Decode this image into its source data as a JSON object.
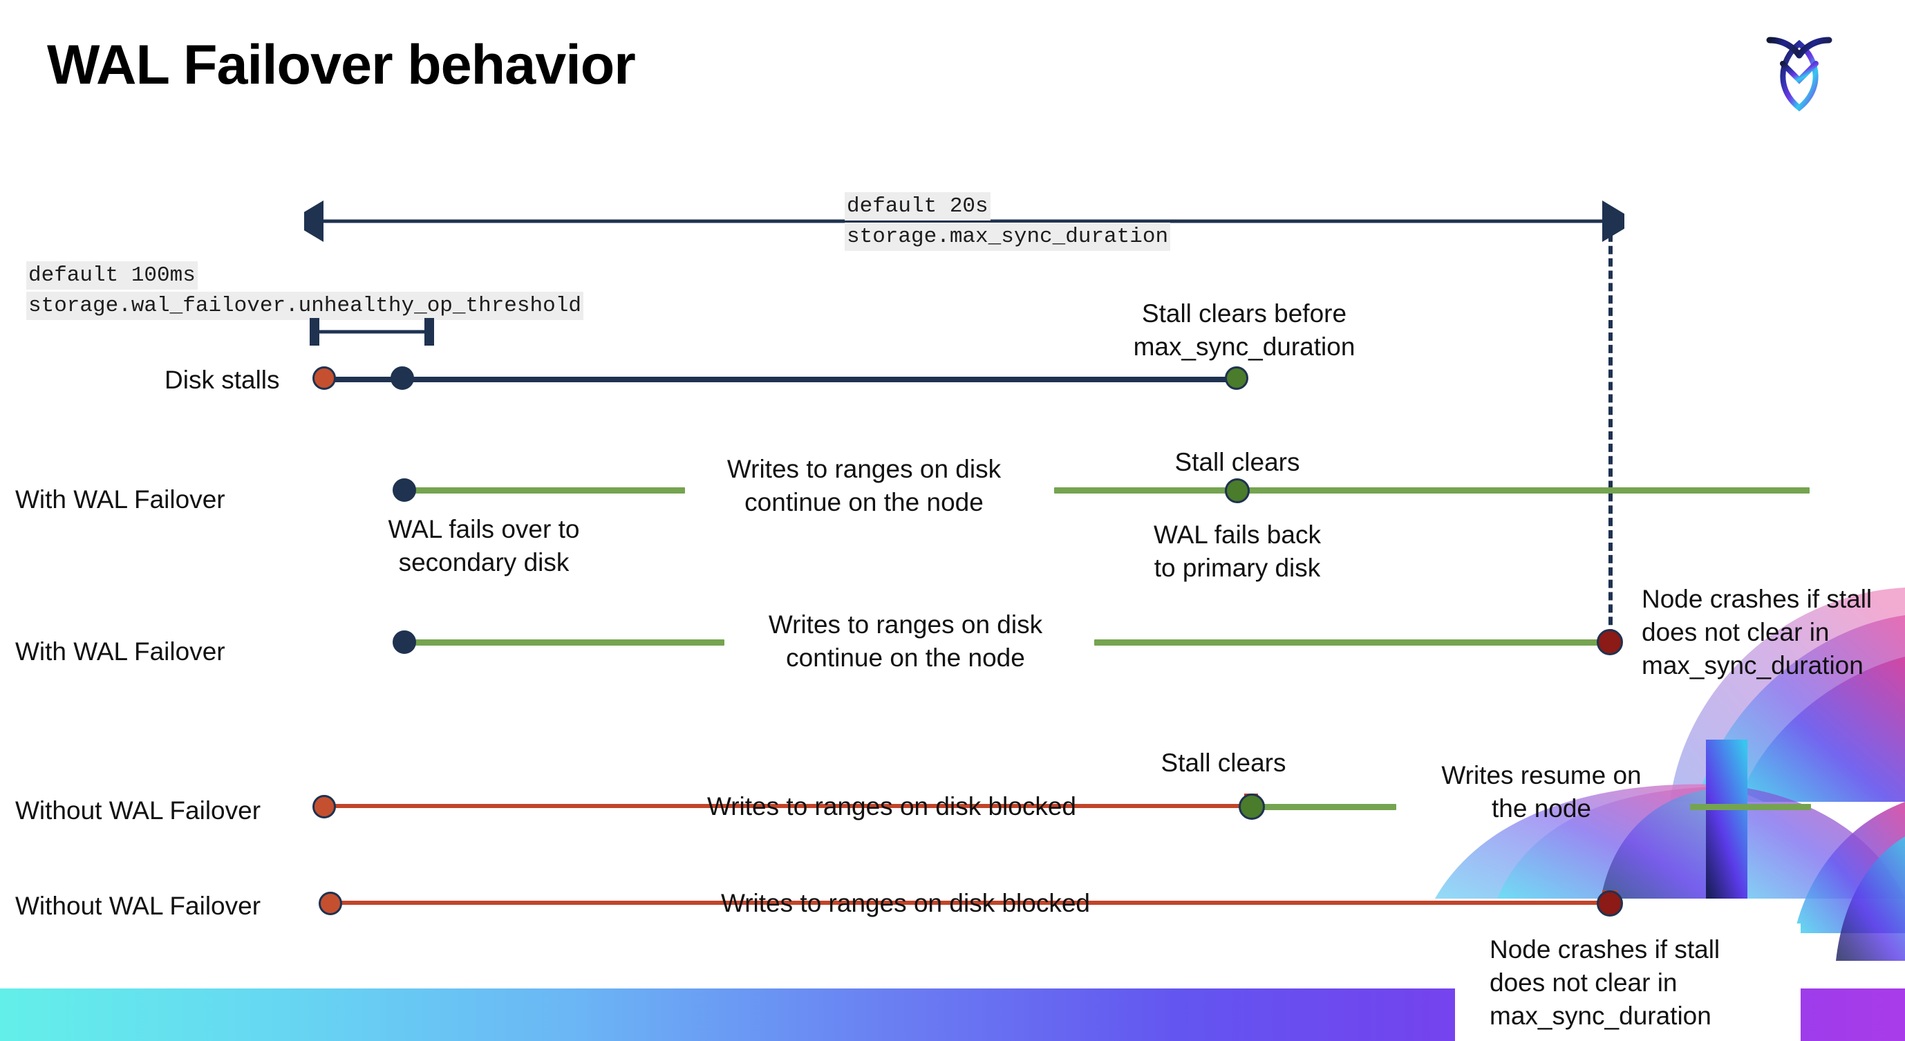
{
  "slide": {
    "title": "WAL Failover behavior",
    "logo_name": "cockroachdb-logo"
  },
  "cluster_settings": {
    "max_sync_duration": {
      "default_label": "default 20s",
      "setting_name": "storage.max_sync_duration"
    },
    "unhealthy_op_threshold": {
      "default_label": "default 100ms",
      "setting_name": "storage.wal_failover.unhealthy_op_threshold"
    }
  },
  "rows": [
    {
      "id": "disk-stalls",
      "label": "Disk stalls",
      "annotation_right": "Stall clears before\nmax_sync_duration"
    },
    {
      "id": "with-wal-failover-clears",
      "label": "With WAL Failover",
      "annotation_mid": "Writes to ranges on disk\ncontinue on the node",
      "annotation_below_start": "WAL fails over to\nsecondary disk",
      "annotation_above_clear": "Stall clears",
      "annotation_below_clear": "WAL fails  back\nto primary disk"
    },
    {
      "id": "with-wal-failover-crash",
      "label": "With WAL Failover",
      "annotation_mid": "Writes to ranges on disk\ncontinue on the node",
      "annotation_right": "Node crashes if stall\ndoes not clear in\nmax_sync_duration"
    },
    {
      "id": "without-wal-failover-clears",
      "label": "Without WAL Failover",
      "annotation_mid": "Writes to ranges on disk  blocked",
      "annotation_above_clear": "Stall clears",
      "annotation_right": "Writes resume on\nthe node"
    },
    {
      "id": "without-wal-failover-crash",
      "label": "Without WAL Failover",
      "annotation_mid": "Writes to ranges on disk  blocked",
      "annotation_callout": "Node crashes if stall\ndoes not clear in\nmax_sync_duration"
    }
  ],
  "colors": {
    "navy": "#1f3250",
    "green_line": "#75A450",
    "green_dot": "#4A7C2B",
    "red_line": "#C1452A",
    "red_dot": "#C5502F",
    "dark_red_dot": "#8C1A16",
    "code_chip_bg": "#EDEDED",
    "band_start": "#63EFE9",
    "band_end": "#A93BEA"
  }
}
